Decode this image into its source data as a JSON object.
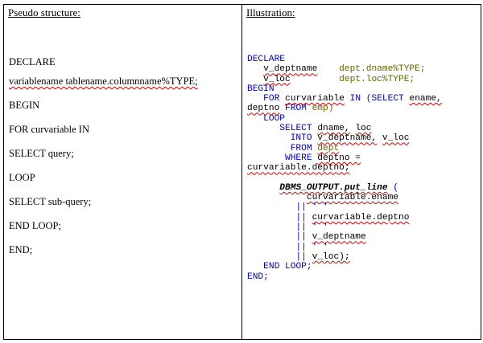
{
  "left": {
    "heading": "Pseudo structure:",
    "lines": [
      "DECLARE",
      "variablename tablename.columnname%TYPE;",
      "BEGIN",
      "FOR curvariable IN",
      "SELECT query;",
      "LOOP",
      "SELECT sub-query;",
      "END LOOP;",
      "END;"
    ]
  },
  "right": {
    "heading": "Illustration:",
    "code": {
      "declare": "DECLARE",
      "var1_name": "v_deptname",
      "var1_type": "dept.dname%TYPE;",
      "var2_name": "v_loc",
      "var2_type": "dept.loc%TYPE;",
      "begin": "BEGIN",
      "for_kw": "FOR",
      "curvariable": "curvariable",
      "in_kw": "IN",
      "select_kw": "(SELECT",
      "ename": "ename,",
      "deptno": "deptno",
      "from_kw": "FROM",
      "emp": "emp)",
      "loop": "LOOP",
      "select2": "SELECT",
      "dname": "dname,",
      "loc": "loc",
      "into_kw": "INTO",
      "into_v1": "v_deptname,",
      "into_v2": "v_loc",
      "from2": "FROM",
      "dept": "dept",
      "where_kw": "WHERE",
      "where_col": "deptno =",
      "where_rhs": "curvariable.deptno;",
      "dbms": "DBMS_OUTPUT.put_line",
      "paren": "(",
      "arg1": "curvariable.ename",
      "concat": "||",
      "space_lit": "' '",
      "arg2": "curvariable.deptno",
      "arg3": "v_deptname",
      "arg4": "v_loc);",
      "endloop": "END LOOP;",
      "end": "END;"
    }
  }
}
